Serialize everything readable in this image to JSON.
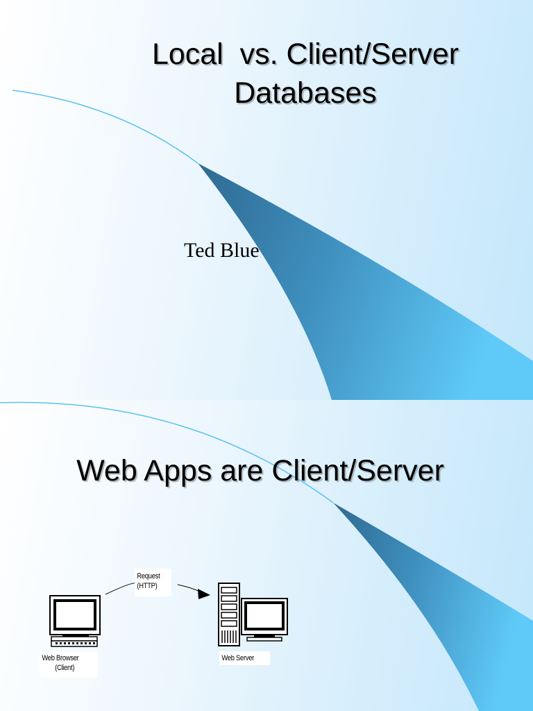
{
  "slides": [
    {
      "title_line1": "Local  vs. Client/Server",
      "title_line2": "Databases",
      "author": "Ted Blue"
    },
    {
      "title": "Web Apps are Client/Server",
      "diagram": {
        "request_line1": "Request",
        "request_line2": "(HTTP)",
        "browser_line1": "Web Browser",
        "browser_line2": "(Client)",
        "server_label": "Web Server"
      }
    }
  ],
  "colors": {
    "swoosh_dark": "#2e6a92",
    "swoosh_light": "#5fcaf8",
    "arc_line": "#5bc0ef"
  }
}
